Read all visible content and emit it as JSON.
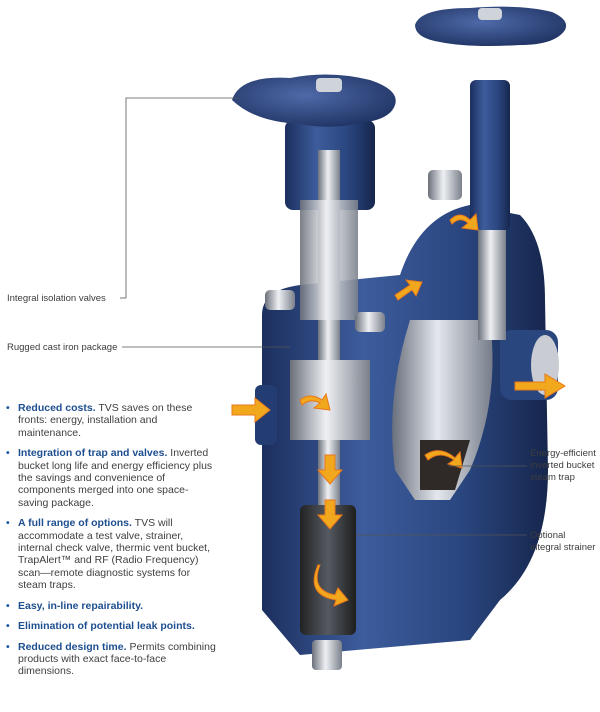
{
  "callouts": {
    "isolation": "Integral isolation valves",
    "cast_iron": "Rugged cast iron package",
    "bucket": "Energy-efficient inverted bucket steam trap",
    "strainer": "Optional integral strainer"
  },
  "benefits": [
    {
      "title": "Reduced costs.",
      "text": " TVS saves on these fronts: energy, installation and maintenance."
    },
    {
      "title": "Integration of trap and valves.",
      "text": " Inverted bucket long life and energy efficiency plus the savings and convenience of components merged into one space-saving package."
    },
    {
      "title": "A full range of options.",
      "text": " TVS will accommodate a test valve, strainer, internal check valve, thermic vent bucket, TrapAlert™ and RF (Radio Frequency) scan—remote diagnostic systems for steam traps."
    },
    {
      "title": "Easy, in-line repairability.",
      "text": ""
    },
    {
      "title": "Elimination of potential leak points.",
      "text": ""
    },
    {
      "title": "Reduced design time.",
      "text": " Permits combining products with exact face-to-face dimensions."
    }
  ],
  "colors": {
    "body": "#2f4a85",
    "metal": "#b9bec8",
    "flow": "#f2a81d",
    "bullet": "#1f5aa6"
  }
}
